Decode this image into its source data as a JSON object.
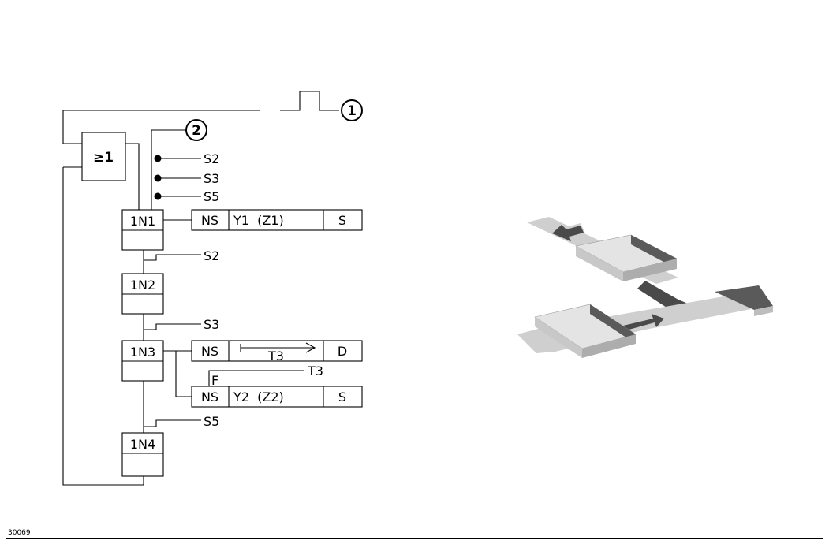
{
  "figure_id": "30069",
  "callouts": [
    "1",
    "2"
  ],
  "or_gate": "≥1",
  "steps": [
    "1N1",
    "1N2",
    "1N3",
    "1N4"
  ],
  "transitions": {
    "s2": "S2",
    "s3": "S3",
    "s5": "S5"
  },
  "actions": {
    "y1": {
      "qualifier": "NS",
      "name": "Y1  (Z1)",
      "flag": "S"
    },
    "t3": {
      "qualifier": "NS",
      "timer": "T3",
      "flag": "D"
    },
    "y2": {
      "qualifier": "NS",
      "name": "Y2  (Z2)",
      "flag": "S",
      "feedback_flag": "F",
      "feedback_signal": "T3"
    }
  },
  "colors": {
    "line": "#000000",
    "block_top": "#e4e4e4",
    "block_front": "#c8c8c8",
    "block_side": "#adadad",
    "stripe": "#5a5a5a",
    "track": "#cfcfcf",
    "arrow": "#4a4a4a"
  }
}
